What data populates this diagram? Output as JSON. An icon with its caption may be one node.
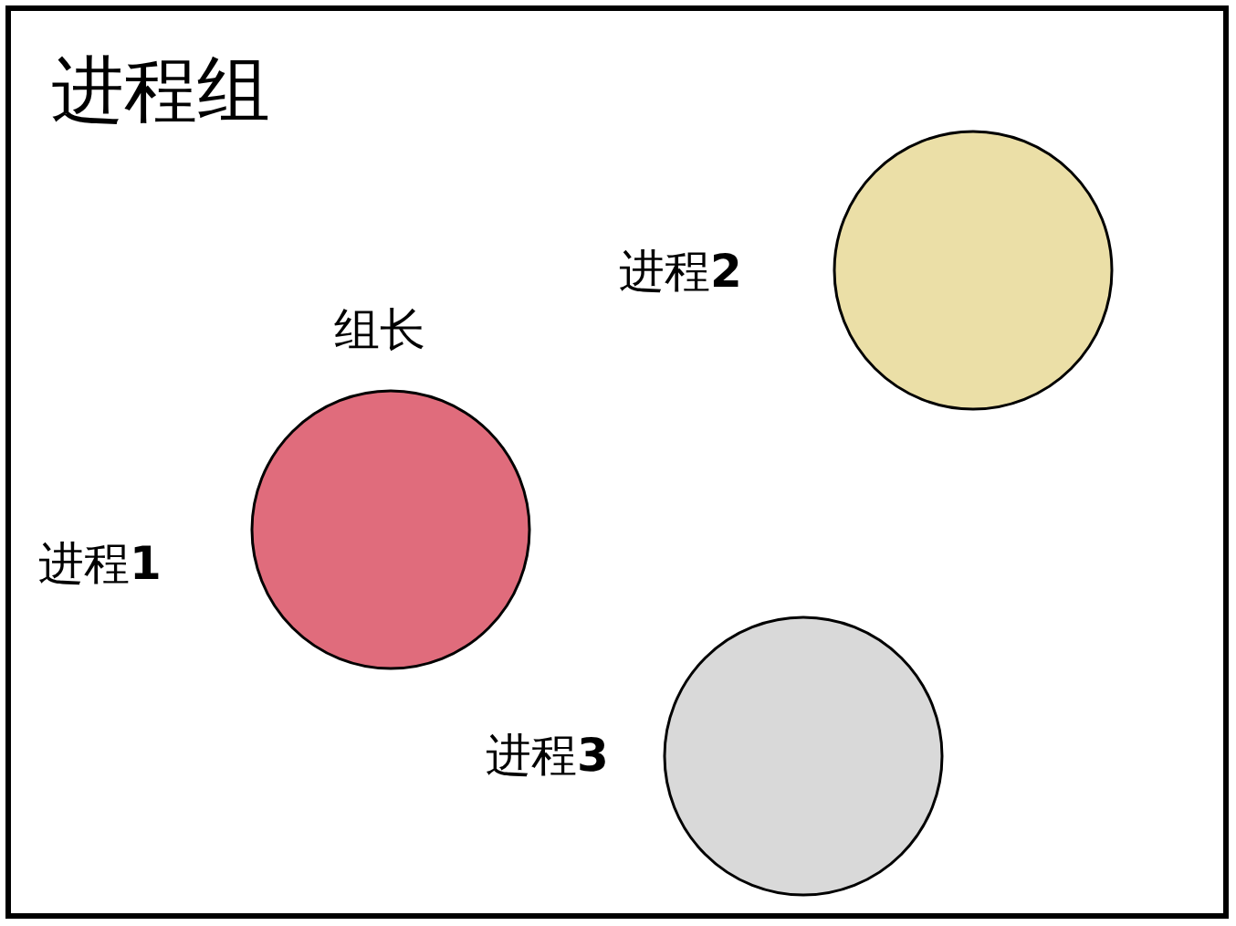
{
  "diagram": {
    "nodes": [
      {
        "text": [
          "进程组"
        ]
      },
      {
        "text": [],
        "shape": "circle",
        "beside": [
          "组长",
          "进程**1**"
        ],
        "in": 0
      },
      {
        "text": [],
        "shape": "circle",
        "beside": [
          "进程**2**"
        ],
        "in": 0
      },
      {
        "text": [],
        "shape": "circle",
        "beside": [
          "进程**3**"
        ],
        "in": 0
      }
    ]
  }
}
